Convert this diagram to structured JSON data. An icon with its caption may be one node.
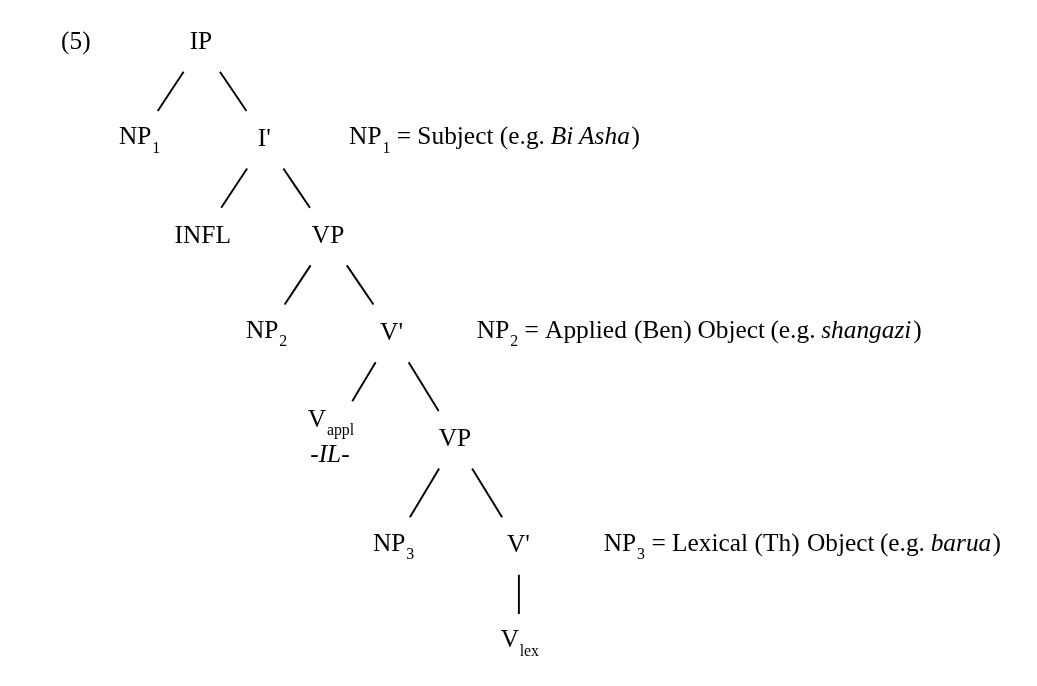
{
  "diagram": {
    "nodes": [
      {
        "text": [
          "IP"
        ]
      },
      {
        "text": [
          "NP$_{1}$"
        ]
      },
      {
        "text": [
          "I'"
        ]
      },
      {
        "text": [
          "INFL"
        ]
      },
      {
        "text": [
          "VP"
        ]
      },
      {
        "text": [
          "NP$_{2}$"
        ]
      },
      {
        "text": [
          "V'"
        ]
      },
      {
        "text": [
          "V$_{appl}$",
          "-IL-"
        ]
      },
      {
        "text": [
          "VP"
        ]
      },
      {
        "text": [
          "NP$_{3}$"
        ]
      },
      {
        "text": [
          "V'"
        ]
      },
      {
        "text": [
          "V$_{lex}$"
        ]
      }
    ],
    "edges": [
      {
        "from": 0,
        "to": 1,
        "arrow": "none"
      },
      {
        "from": 0,
        "to": 2,
        "arrow": "none"
      },
      {
        "from": 2,
        "to": 3,
        "arrow": "none"
      },
      {
        "from": 2,
        "to": 4,
        "arrow": "none"
      },
      {
        "from": 4,
        "to": 5,
        "arrow": "none"
      },
      {
        "from": 4,
        "to": 6,
        "arrow": "none"
      },
      {
        "from": 6,
        "to": 7,
        "arrow": "none"
      },
      {
        "from": 6,
        "to": 8,
        "arrow": "none"
      },
      {
        "from": 8,
        "to": 9,
        "arrow": "none"
      },
      {
        "from": 8,
        "to": 10,
        "arrow": "none"
      },
      {
        "from": 10,
        "to": 11,
        "arrow": "none"
      }
    ],
    "labels": [
      "(5)",
      "NP$_{1}$ = Subject (e.g. *Bi Asha*)",
      "NP$_{2}$ = Applied (Ben) Object (e.g. *shangazi*)",
      "NP$_{3}$ = Lexical (Th) Object (e.g. *barua*)"
    ]
  }
}
